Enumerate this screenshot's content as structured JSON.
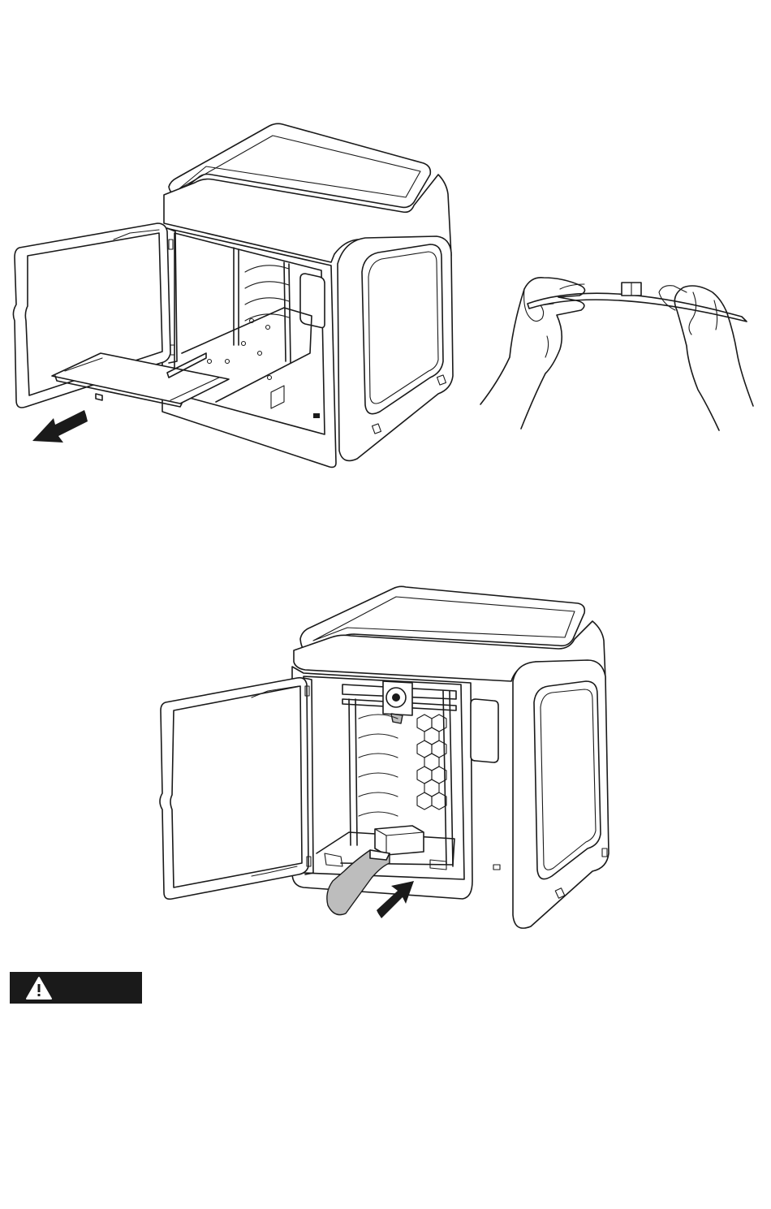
{
  "figures": [
    {
      "id": "remove-build-plate",
      "icons": [
        "printer-icon",
        "arrow-out-icon"
      ]
    },
    {
      "id": "flex-build-plate",
      "icons": [
        "hands-icon",
        "build-plate-icon"
      ]
    },
    {
      "id": "scrape-print",
      "icons": [
        "printer-icon",
        "scraper-icon",
        "arrow-in-icon"
      ]
    }
  ],
  "warning": {
    "label": "",
    "icon": "warning-triangle-icon"
  },
  "colors": {
    "ink": "#1a1a1a",
    "paper": "#ffffff",
    "shade": "#bdbdbd"
  }
}
